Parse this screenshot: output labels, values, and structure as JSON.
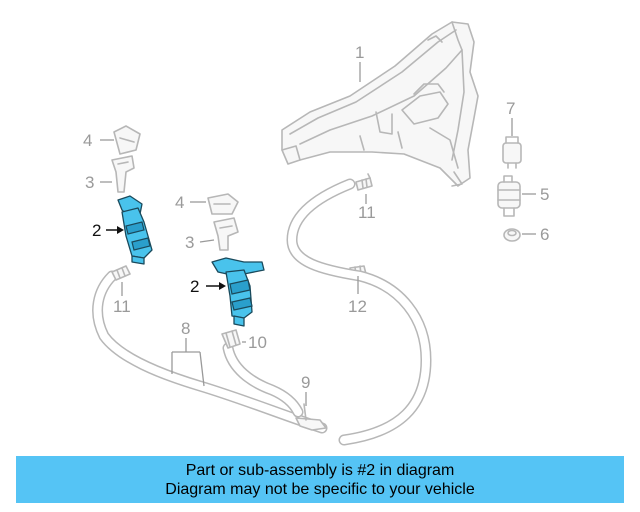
{
  "callouts": {
    "c1": "1",
    "c2a": "2",
    "c2b": "2",
    "c3a": "3",
    "c3b": "3",
    "c4a": "4",
    "c4b": "4",
    "c5": "5",
    "c6": "6",
    "c7": "7",
    "c8": "8",
    "c9": "9",
    "c10": "10",
    "c11a": "11",
    "c11b": "11",
    "c12": "12"
  },
  "caption": {
    "line1": "Part or sub-assembly is #2 in diagram",
    "line2": "Diagram may not be specific to your vehicle"
  },
  "colors": {
    "highlight_part": "#49c3ec",
    "caption_bar": "#55c4f5",
    "line_art": "#b7b7b7"
  }
}
